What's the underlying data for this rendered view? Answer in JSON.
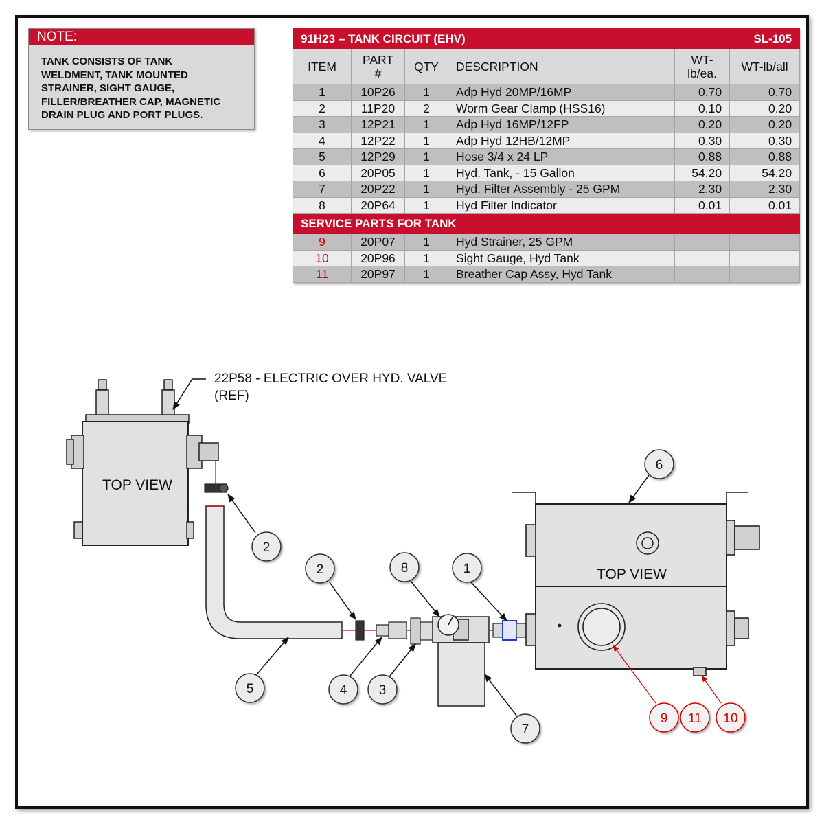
{
  "note": {
    "heading": "NOTE:",
    "body": "TANK CONSISTS OF TANK\nWELDMENT, TANK MOUNTED\nSTRAINER, SIGHT GAUGE,\nFILLER/BREATHER CAP, MAGNETIC\nDRAIN PLUG AND PORT PLUGS."
  },
  "table": {
    "title": "91H23 – TANK CIRCUIT (EHV)",
    "sheet": "SL-105",
    "headers": {
      "item": "ITEM",
      "part_line1": "PART",
      "part_line2": "#",
      "qty": "QTY",
      "description": "DESCRIPTION",
      "wt_ea_line1": "WT-",
      "wt_ea_line2": "lb/ea.",
      "wt_all": "WT-lb/all"
    },
    "rows": [
      {
        "item": "1",
        "part": "10P26",
        "qty": "1",
        "desc": "Adp Hyd 20MP/16MP",
        "wt_ea": "0.70",
        "wt_all": "0.70"
      },
      {
        "item": "2",
        "part": "11P20",
        "qty": "2",
        "desc": "Worm Gear Clamp (HSS16)",
        "wt_ea": "0.10",
        "wt_all": "0.20"
      },
      {
        "item": "3",
        "part": "12P21",
        "qty": "1",
        "desc": "Adp Hyd 16MP/12FP",
        "wt_ea": "0.20",
        "wt_all": "0.20"
      },
      {
        "item": "4",
        "part": "12P22",
        "qty": "1",
        "desc": "Adp Hyd 12HB/12MP",
        "wt_ea": "0.30",
        "wt_all": "0.30"
      },
      {
        "item": "5",
        "part": "12P29",
        "qty": "1",
        "desc": "Hose 3/4 x 24 LP",
        "wt_ea": "0.88",
        "wt_all": "0.88"
      },
      {
        "item": "6",
        "part": "20P05",
        "qty": "1",
        "desc": "Hyd. Tank, - 15 Gallon",
        "wt_ea": "54.20",
        "wt_all": "54.20"
      },
      {
        "item": "7",
        "part": "20P22",
        "qty": "1",
        "desc": "Hyd. Filter Assembly - 25 GPM",
        "wt_ea": "2.30",
        "wt_all": "2.30"
      },
      {
        "item": "8",
        "part": "20P64",
        "qty": "1",
        "desc": "Hyd Filter Indicator",
        "wt_ea": "0.01",
        "wt_all": "0.01"
      }
    ],
    "service_title": "SERVICE PARTS FOR TANK",
    "service_rows": [
      {
        "item": "9",
        "part": "20P07",
        "qty": "1",
        "desc": "Hyd Strainer, 25 GPM"
      },
      {
        "item": "10",
        "part": "20P96",
        "qty": "1",
        "desc": "Sight Gauge, Hyd Tank"
      },
      {
        "item": "11",
        "part": "20P97",
        "qty": "1",
        "desc": "Breather Cap Assy, Hyd Tank"
      }
    ]
  },
  "diagram": {
    "valve_label_line1": "22P58 - ELECTRIC OVER HYD. VALVE",
    "valve_label_line2": "(REF)",
    "valve_view_label": "TOP VIEW",
    "tank_view_label": "TOP VIEW",
    "callouts": {
      "c1": "1",
      "c2a": "2",
      "c2b": "2",
      "c3": "3",
      "c4": "4",
      "c5": "5",
      "c6": "6",
      "c7": "7",
      "c8": "8",
      "c9": "9",
      "c10": "10",
      "c11": "11"
    }
  },
  "colors": {
    "accent_red": "#c8102e",
    "service_item_red": "#d40000",
    "row_dark": "#bfbfbf",
    "row_light": "#ececec"
  }
}
